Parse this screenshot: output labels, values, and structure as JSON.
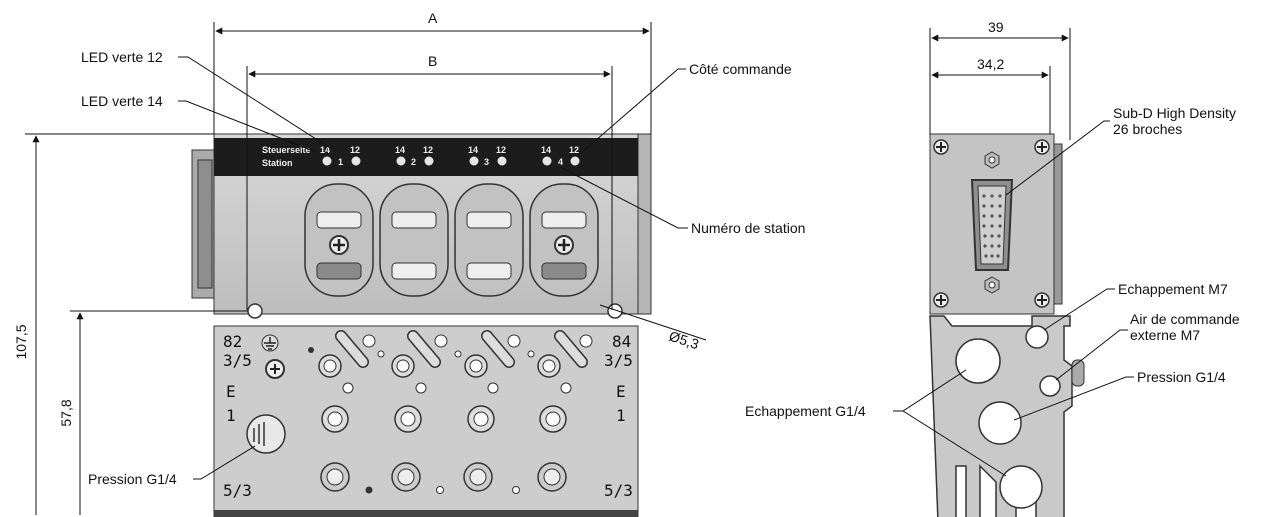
{
  "dimensions": {
    "A": "A",
    "B": "B",
    "width_39": "39",
    "width_34_2": "34,2",
    "height_107_5": "107,5",
    "height_57_8": "57,8",
    "diameter": "Ø5,3"
  },
  "front_view": {
    "panel_text_line1": "Steuerseite",
    "panel_text_line2": "Station",
    "led_labels": [
      "14",
      "12",
      "14",
      "12",
      "14",
      "12",
      "14",
      "12"
    ],
    "station_numbers": [
      "1",
      "2",
      "3",
      "4"
    ],
    "left_port_labels": [
      "82",
      "3/5",
      "E",
      "1",
      "5/3"
    ],
    "right_port_labels": [
      "84",
      "3/5",
      "E",
      "1",
      "5/3"
    ]
  },
  "callouts": {
    "led_green_12": "LED verte 12",
    "led_green_14": "LED verte 14",
    "control_side": "Côté commande",
    "station_number": "Numéro de station",
    "pressure_left": "Pression G1/4",
    "subd_line1": "Sub-D High Density",
    "subd_line2": "26 broches",
    "exhaust_m7": "Echappement M7",
    "external_air_line1": "Air de commande",
    "external_air_line2": "externe M7",
    "pressure_right": "Pression G1/4",
    "exhaust_g14": "Echappement G1/4"
  },
  "colors": {
    "body_metal": "#c9c9c9",
    "panel_dark": "#1c1c1c",
    "line": "#111111"
  }
}
